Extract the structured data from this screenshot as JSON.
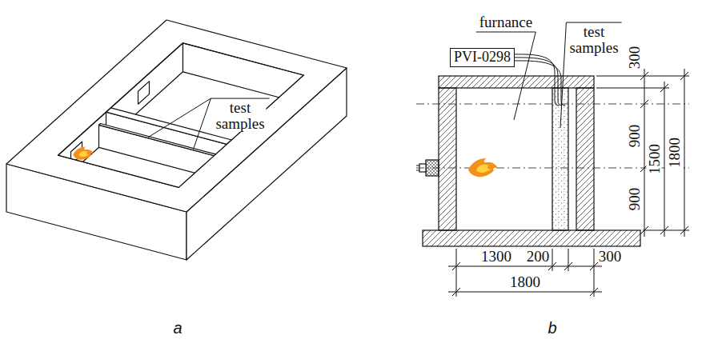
{
  "diagram": {
    "nodes": [
      {
        "text": [
          "PVI-0298"
        ]
      }
    ],
    "labels": [
      "test samples",
      "a",
      "furnance",
      "test samples",
      "300",
      "900",
      "900",
      "1500",
      "1800",
      "1300",
      "200",
      "300",
      "1800",
      "b"
    ]
  }
}
